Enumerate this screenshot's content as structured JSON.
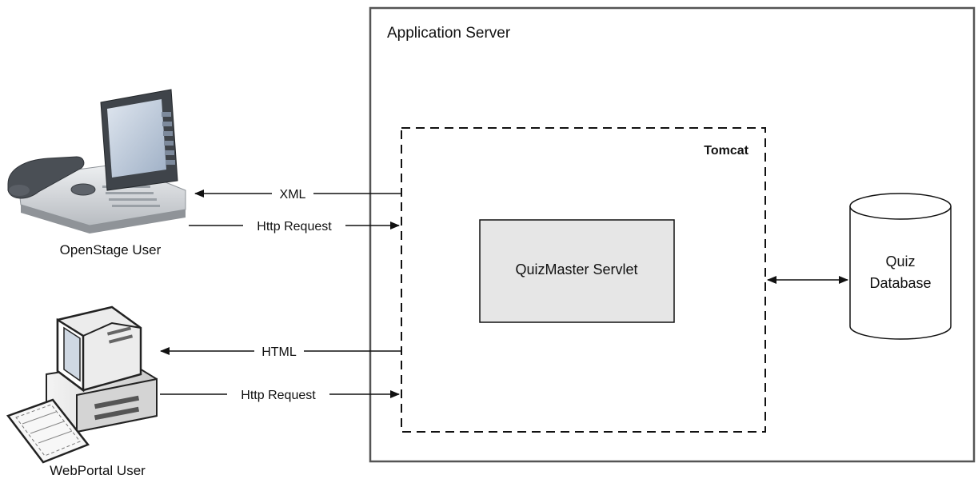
{
  "app_server": {
    "title": "Application Server"
  },
  "tomcat": {
    "title": "Tomcat"
  },
  "servlet": {
    "label": "QuizMaster Servlet"
  },
  "database": {
    "line1": "Quiz",
    "line2": "Database"
  },
  "openstage_user": {
    "label": "OpenStage User",
    "icon": "desk-phone-icon",
    "response_label": "XML",
    "request_label": "Http Request"
  },
  "webportal_user": {
    "label": "WebPortal User",
    "icon": "computer-icon",
    "response_label": "HTML",
    "request_label": "Http Request"
  },
  "colors": {
    "line": "#111111",
    "servlet_fill": "#e6e6e6",
    "device_dark": "#3f444a",
    "device_light": "#d9dbde",
    "monitor_body": "#e9e9e9"
  }
}
